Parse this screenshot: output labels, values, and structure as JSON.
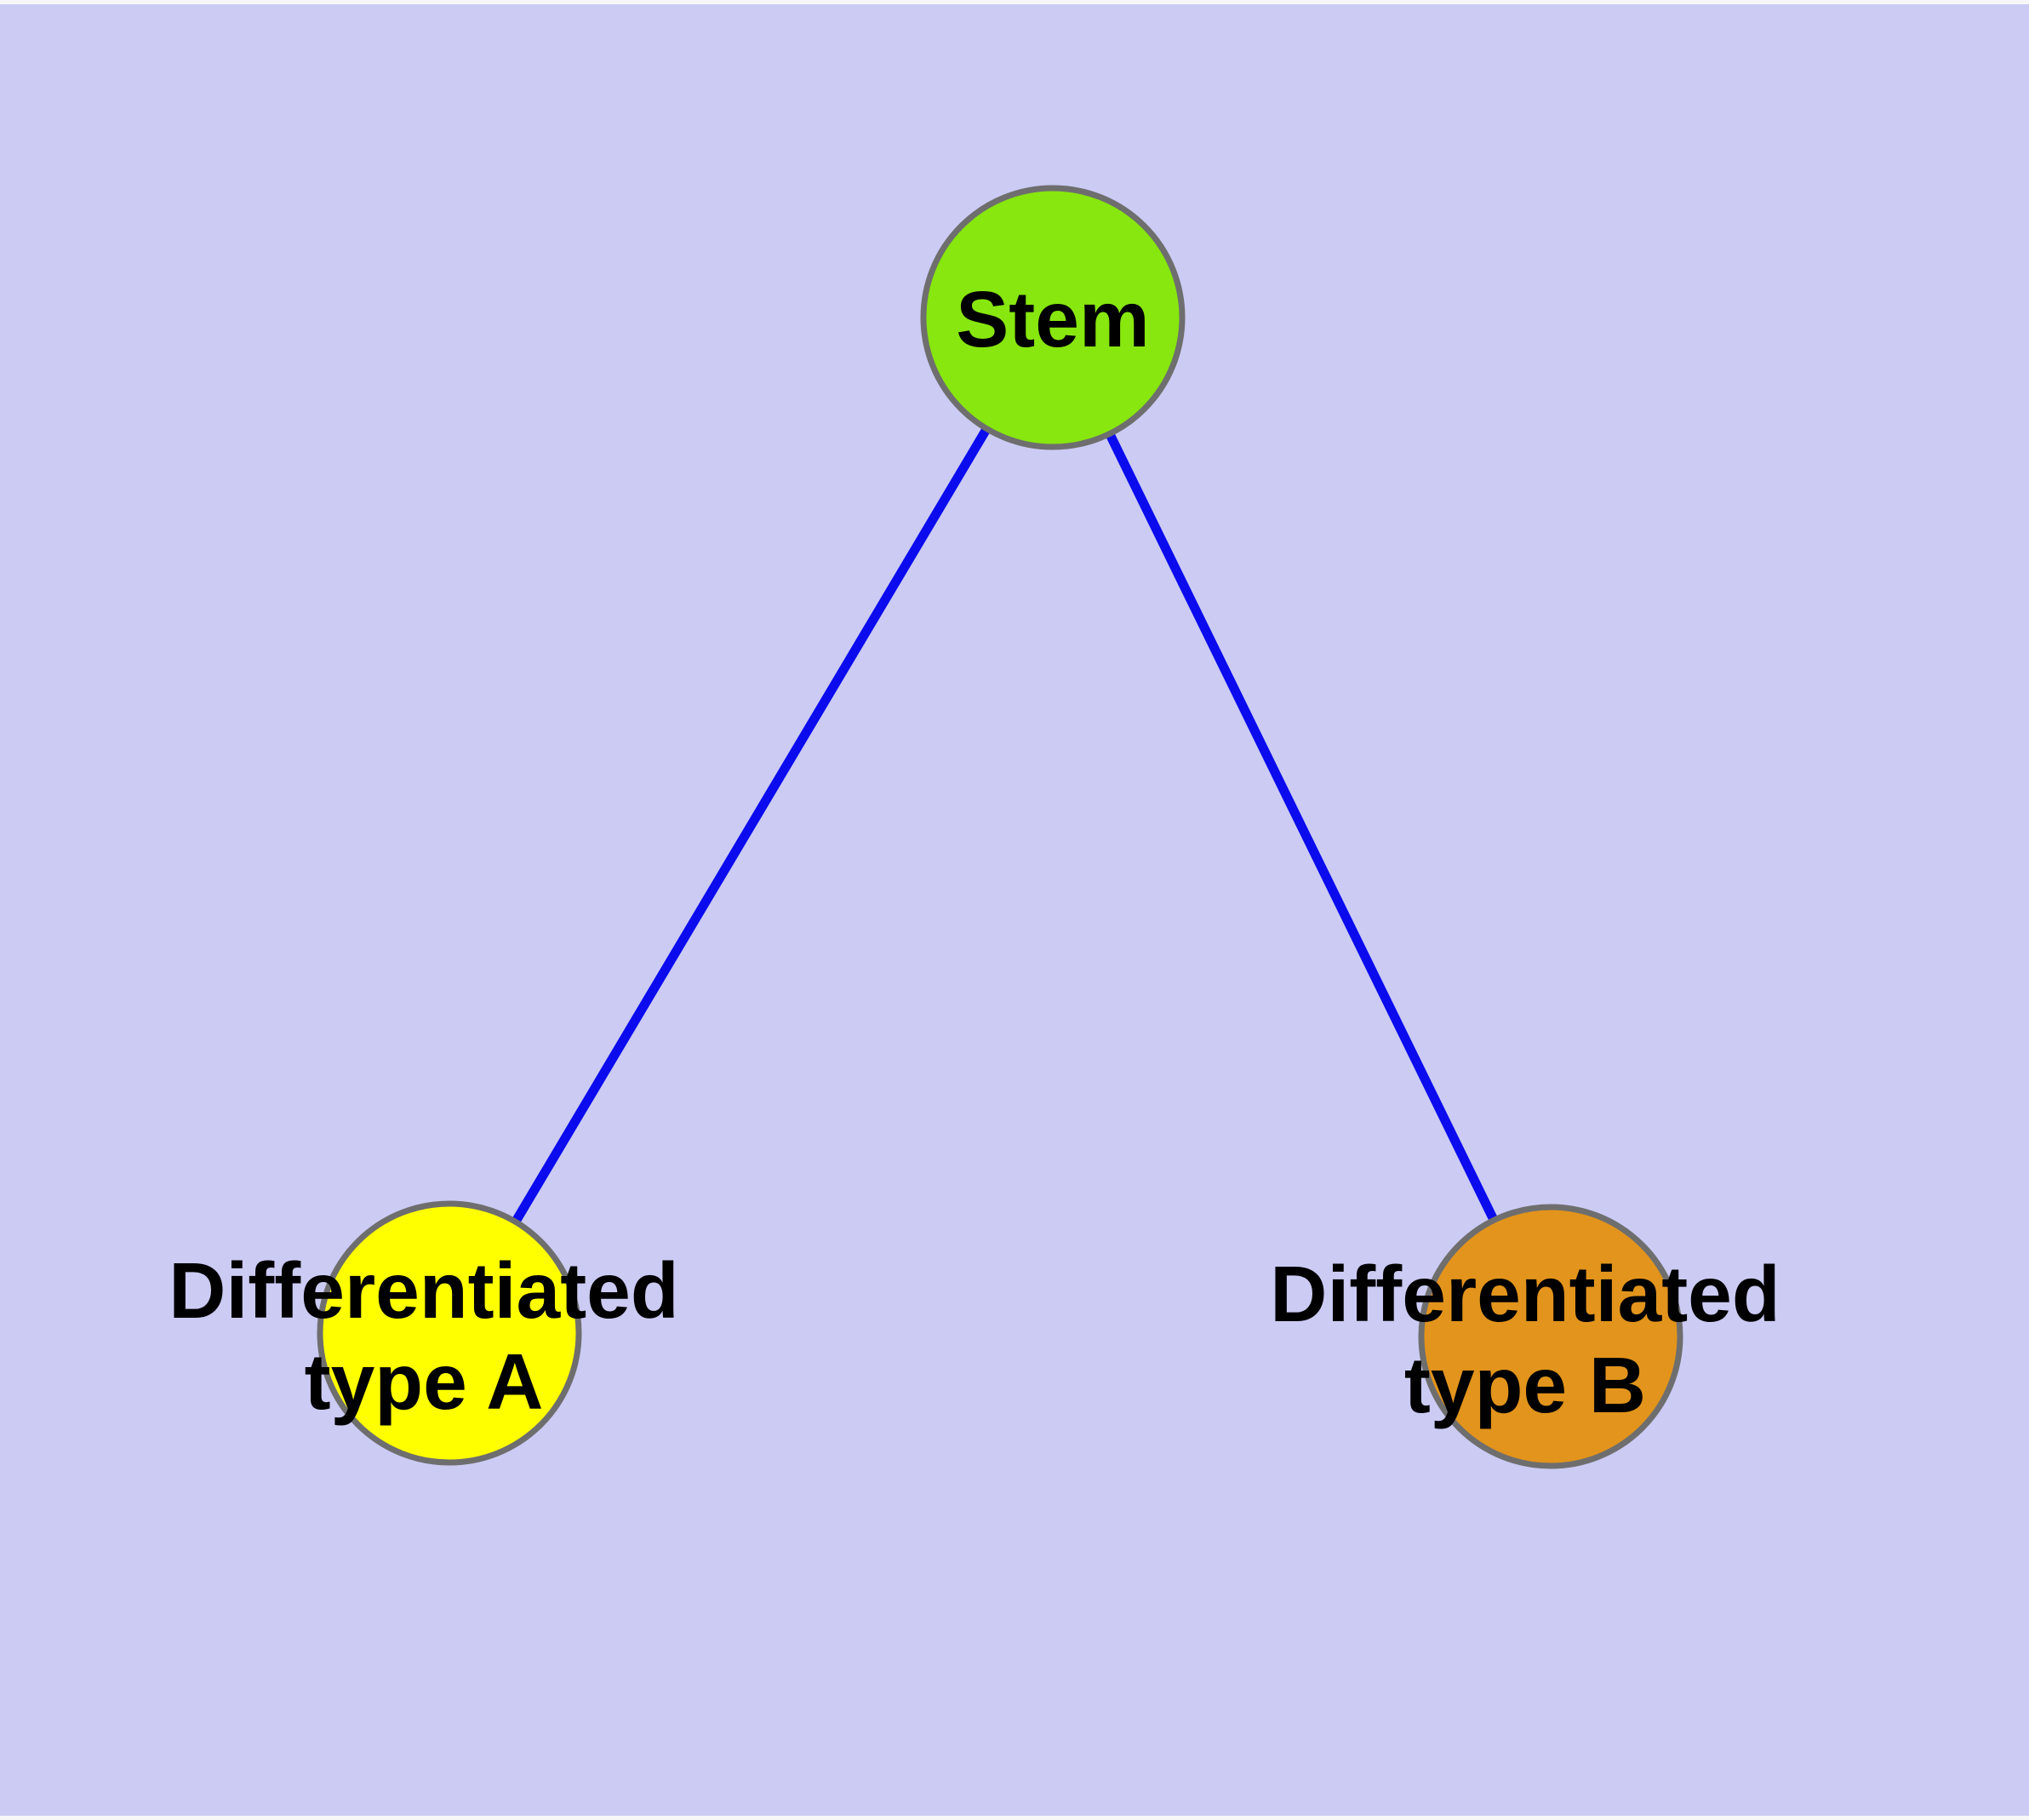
{
  "diagram": {
    "type": "node-link-graph",
    "description": "Cell differentiation hierarchy: a stem node with two differentiated child types",
    "background_color": "#CBCBF4",
    "edge_color": "#0B0BEE",
    "node_border_color": "#6E6E6E",
    "label_color": "#000000",
    "nodes": [
      {
        "id": "stem",
        "label": "Stem",
        "fill_color": "#87E70E",
        "shape": "circle"
      },
      {
        "id": "differentiated-type-a",
        "label": "Differentiated type A",
        "line1": "Differentiated",
        "line2": "type A",
        "fill_color": "#FFFF00",
        "shape": "circle"
      },
      {
        "id": "differentiated-type-b",
        "label": "Differentiated type B",
        "line1": "Differentiated",
        "line2": "type B",
        "fill_color": "#E2941C",
        "shape": "circle"
      }
    ],
    "edges": [
      {
        "from": "Stem",
        "to": "Differentiated type A"
      },
      {
        "from": "Stem",
        "to": "Differentiated type B"
      }
    ]
  }
}
